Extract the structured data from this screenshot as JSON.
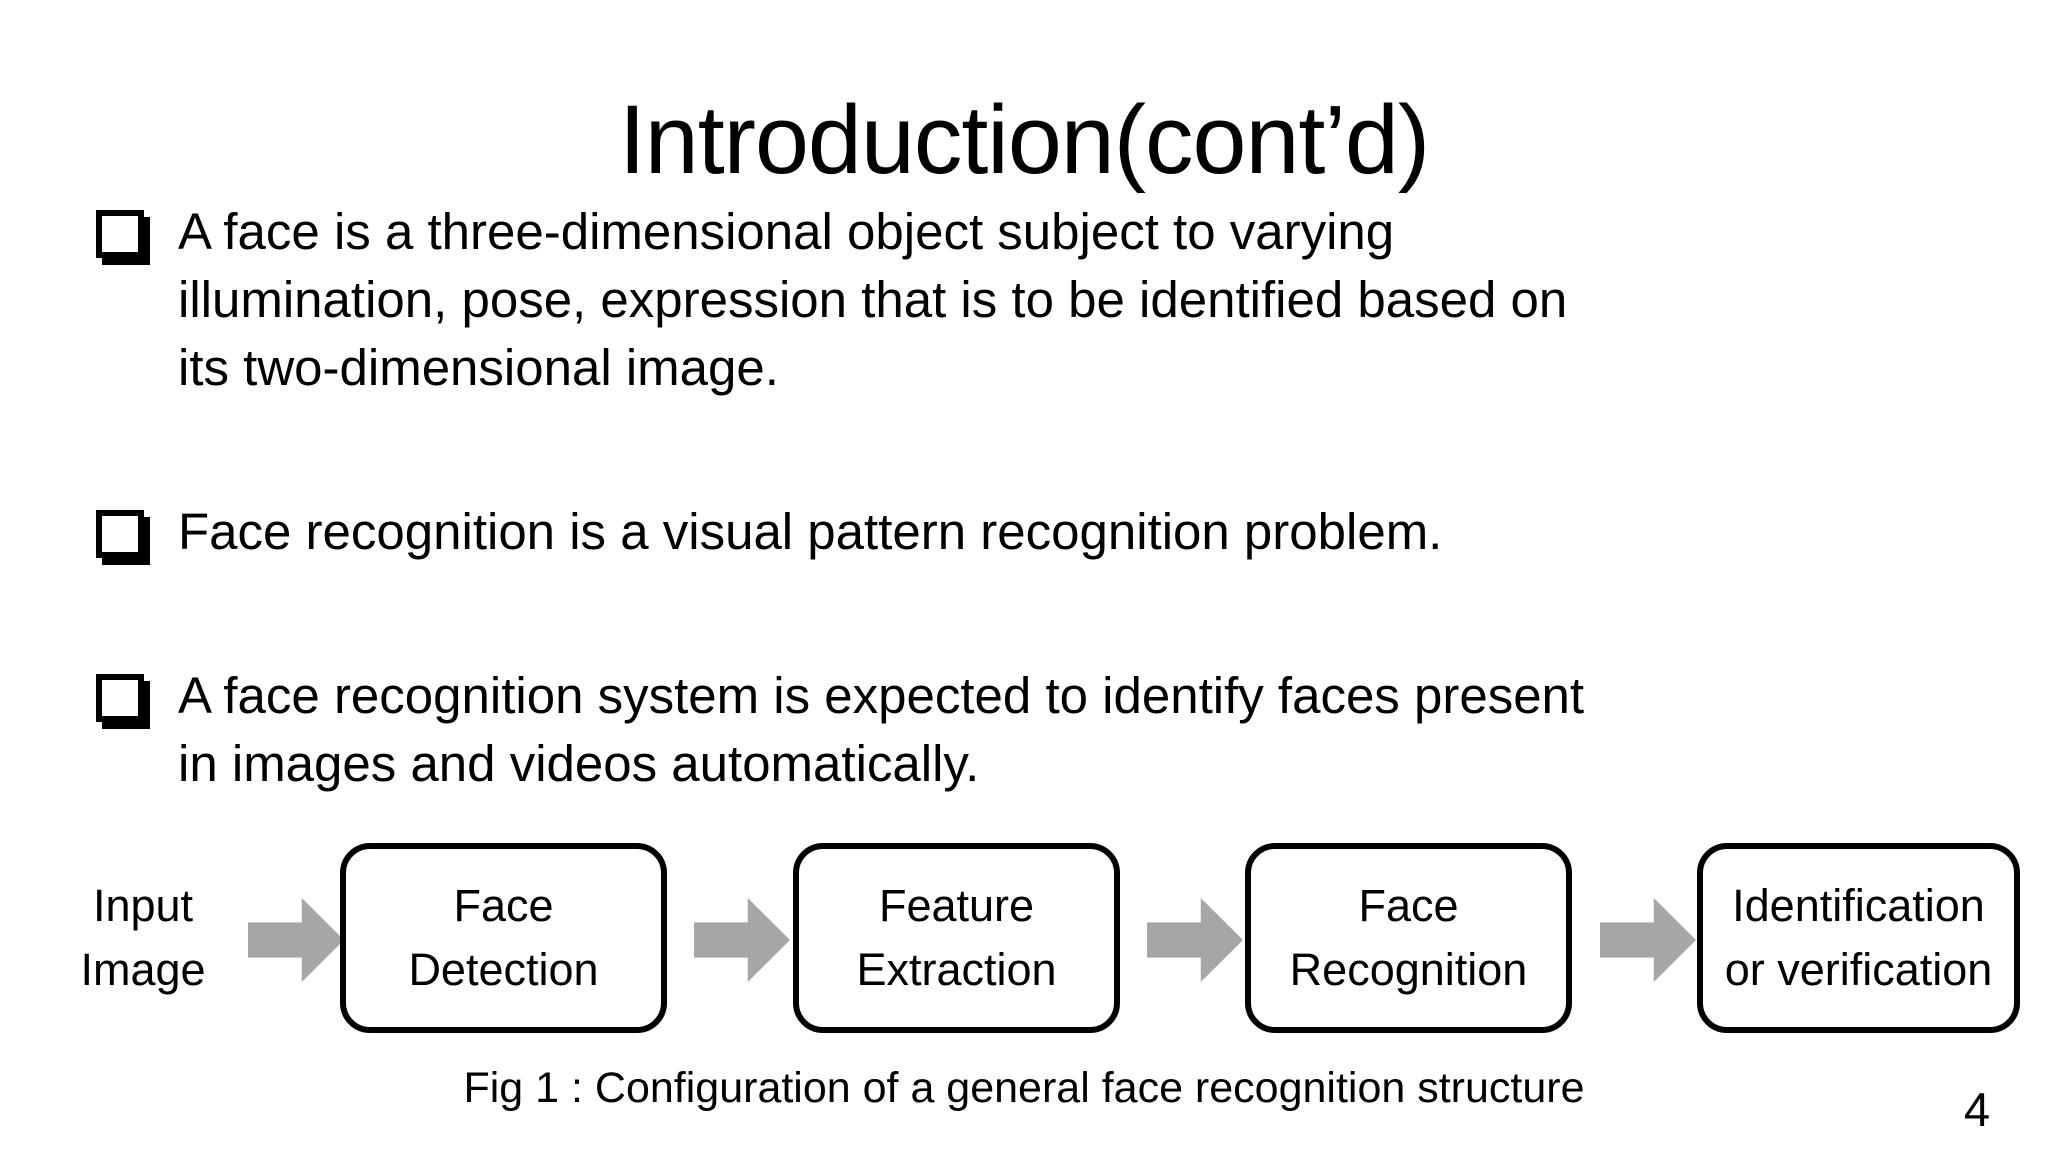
{
  "slide": {
    "title": "Introduction(cont’d)",
    "bullets": [
      {
        "text": "A face is a three-dimensional object subject to varying\nillumination, pose, expression that is to be identified based on\nits two-dimensional image."
      },
      {
        "text": "Face recognition is a visual pattern recognition problem."
      },
      {
        "text": "A face recognition system is expected to identify faces present\nin images and videos automatically."
      }
    ],
    "diagram": {
      "input_label": "Input\nImage",
      "boxes": [
        {
          "label": "Face\nDetection"
        },
        {
          "label": "Feature\nExtraction"
        },
        {
          "label": "Face\nRecognition"
        },
        {
          "label": "Identification\nor verification"
        }
      ],
      "arrow_icon": "right-block-arrow",
      "arrow_color": "#a6a6a6",
      "box_border_color": "#000000"
    },
    "caption": "Fig 1 : Configuration of a general face recognition structure",
    "page_number": "4"
  }
}
